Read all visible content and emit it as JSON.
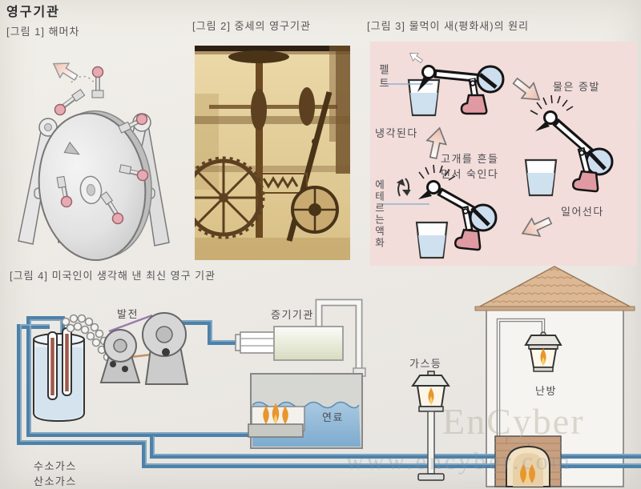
{
  "title": "영구기관",
  "watermark": {
    "brand": "EnCyber",
    "url": "www.encyber.com"
  },
  "fig1": {
    "caption": "[그림 1]  해머차"
  },
  "fig2": {
    "caption": "[그림 2]  중세의 영구기관"
  },
  "fig3": {
    "caption": "[그림 3]  물먹이 새(평화새)의 원리",
    "labels": {
      "felt": "펠트",
      "evaporation": "물은 증발",
      "cooling": "냉각된다",
      "shake": "고개를 흔들\n면서 숙인다",
      "ether": "에테르는액화",
      "stand_up": "일어선다"
    }
  },
  "fig4": {
    "caption": "[그림 4]  미국인이 생각해 낸 최신 영구 기관",
    "labels": {
      "generator": "발전",
      "steam_engine": "증기기관",
      "fuel": "연료",
      "gas_lamp": "가스등",
      "heating": "난방",
      "gases": "수소가스\n산소가스"
    }
  },
  "colors": {
    "pipe_blue": "#4e81a8",
    "water_blue": "#8fb8d8",
    "panel_pink": "#f2dddb",
    "boot_pink": "#e09aa2",
    "flame_orange": "#e8962e",
    "roof_tan": "#d9b28e",
    "sepia": "#e3cf9f"
  }
}
